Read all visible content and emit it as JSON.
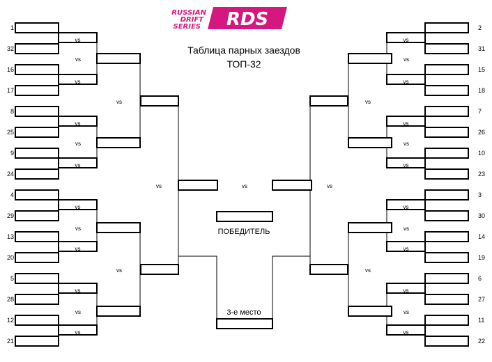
{
  "title_line1": "Таблица парных заездов",
  "title_line2": "ТОП-32",
  "vs_label": "vs",
  "winner_label": "ПОБЕДИТЕЛЬ",
  "third_place_label": "3-е место",
  "logo": {
    "line1": "RUSSIAN",
    "line2": "DRIFT",
    "line3": "SERIES",
    "mark": "RDS",
    "brand_color": "#d4187f"
  },
  "left_seeds": [
    "1",
    "32",
    "16",
    "17",
    "8",
    "25",
    "9",
    "24",
    "4",
    "29",
    "13",
    "20",
    "5",
    "28",
    "12",
    "21"
  ],
  "right_seeds": [
    "2",
    "31",
    "15",
    "18",
    "7",
    "26",
    "10",
    "23",
    "3",
    "30",
    "14",
    "19",
    "6",
    "27",
    "11",
    "22"
  ]
}
